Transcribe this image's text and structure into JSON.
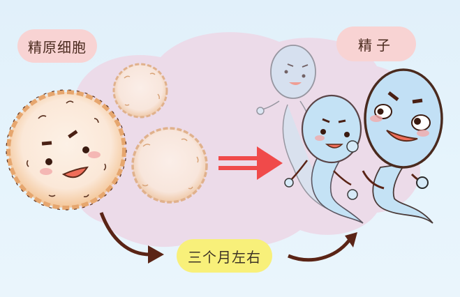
{
  "labels": {
    "spermatogonium": "精原细胞",
    "sperm": "精子",
    "duration": "三个月左右"
  },
  "colors": {
    "background": "#e4f2fb",
    "cloud": "#ecdbe9",
    "label_pink": "#f8d3d3",
    "label_yellow": "#f8f07a",
    "arrow_red": "#f04a4a",
    "arrow_brown": "#5a2416",
    "cell_fill": "#fbe9dc",
    "cell_edge": "#e8b07e",
    "sperm_fill": "#c4e2f5",
    "outline": "#4a2a1e"
  },
  "figures": [
    {
      "name": "spermatogonium-large",
      "type": "cell",
      "face": true
    },
    {
      "name": "cell-small-top",
      "type": "cell",
      "face": false
    },
    {
      "name": "cell-small-bottom",
      "type": "cell",
      "face": false
    },
    {
      "name": "sperm-faded",
      "type": "sperm",
      "face": true
    },
    {
      "name": "sperm-middle",
      "type": "sperm",
      "face": true
    },
    {
      "name": "sperm-front",
      "type": "sperm",
      "face": true
    }
  ]
}
